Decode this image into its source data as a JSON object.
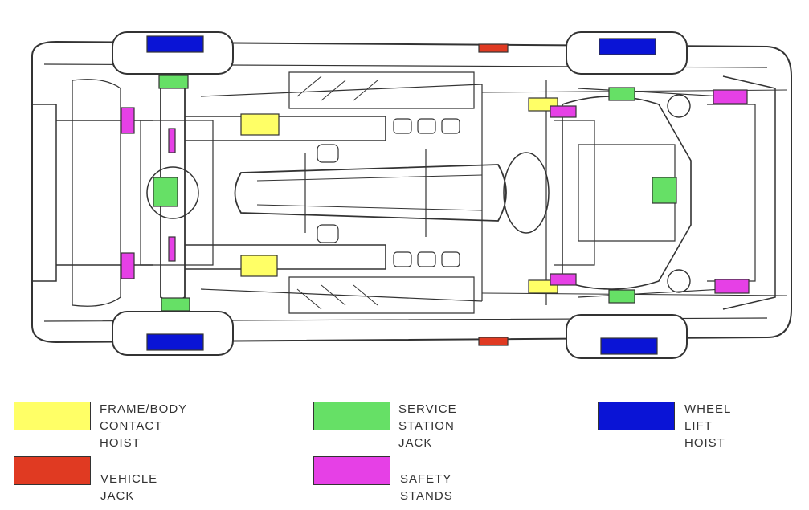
{
  "colors": {
    "frame_body_contact_hoist": "#ffff66",
    "service_station_jack": "#66e066",
    "wheel_lift_hoist": "#0a14d6",
    "vehicle_jack": "#e03a22",
    "safety_stands": "#e640e6",
    "line": "#333333"
  },
  "legend": {
    "frame_body_contact_hoist": "FRAME/BODY\nCONTACT HOIST",
    "service_station_jack": "SERVICE STATION\nJACK",
    "wheel_lift_hoist": "WHEEL LIFT\nHOIST",
    "vehicle_jack": "VEHICLE JACK",
    "safety_stands": "SAFETY STANDS"
  }
}
